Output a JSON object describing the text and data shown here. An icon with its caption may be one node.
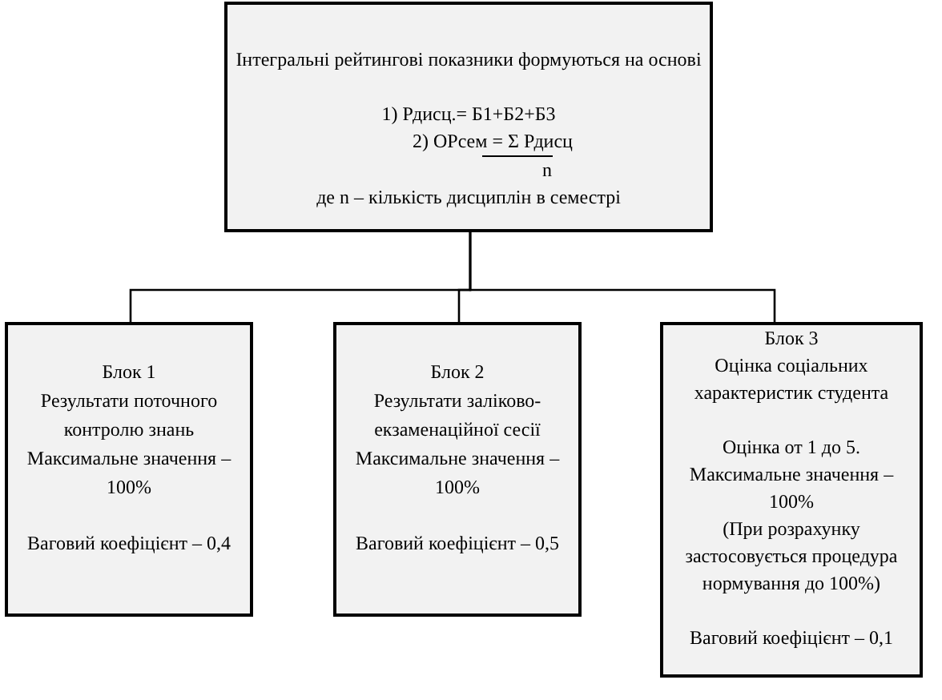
{
  "diagram": {
    "nodes": [
      {
        "text": [
          "Інтегральні рейтингові показники формуються на основі",
          "1) Рдисц.= Б1+Б2+Б3",
          "2) ОРсем = Σ Рдисц",
          "n",
          "де n – кількість дисциплін в семестрі"
        ]
      },
      {
        "text": [
          "Блок 1",
          "Результати поточного контролю знань",
          "Максимальне значення – 100%",
          "Ваговий коефіцієнт – 0,4"
        ]
      },
      {
        "text": [
          "Блок 2",
          "Результати заліково-екзаменаційної сесії",
          "Максимальне значення – 100%",
          "Ваговий коефіцієнт – 0,5"
        ]
      },
      {
        "text": [
          "Блок 3",
          "Оцінка соціальних характеристик студента",
          "Оцінка от 1 до 5.",
          "Максимальне значення – 100%",
          "(При розрахунку застосовується процедура нормування до 100%)",
          "Ваговий коефіцієнт – 0,1"
        ]
      }
    ],
    "edges": [
      {
        "from": 0,
        "to": 1,
        "arrow": "none"
      },
      {
        "from": 0,
        "to": 2,
        "arrow": "none"
      },
      {
        "from": 0,
        "to": 3,
        "arrow": "none"
      }
    ]
  }
}
